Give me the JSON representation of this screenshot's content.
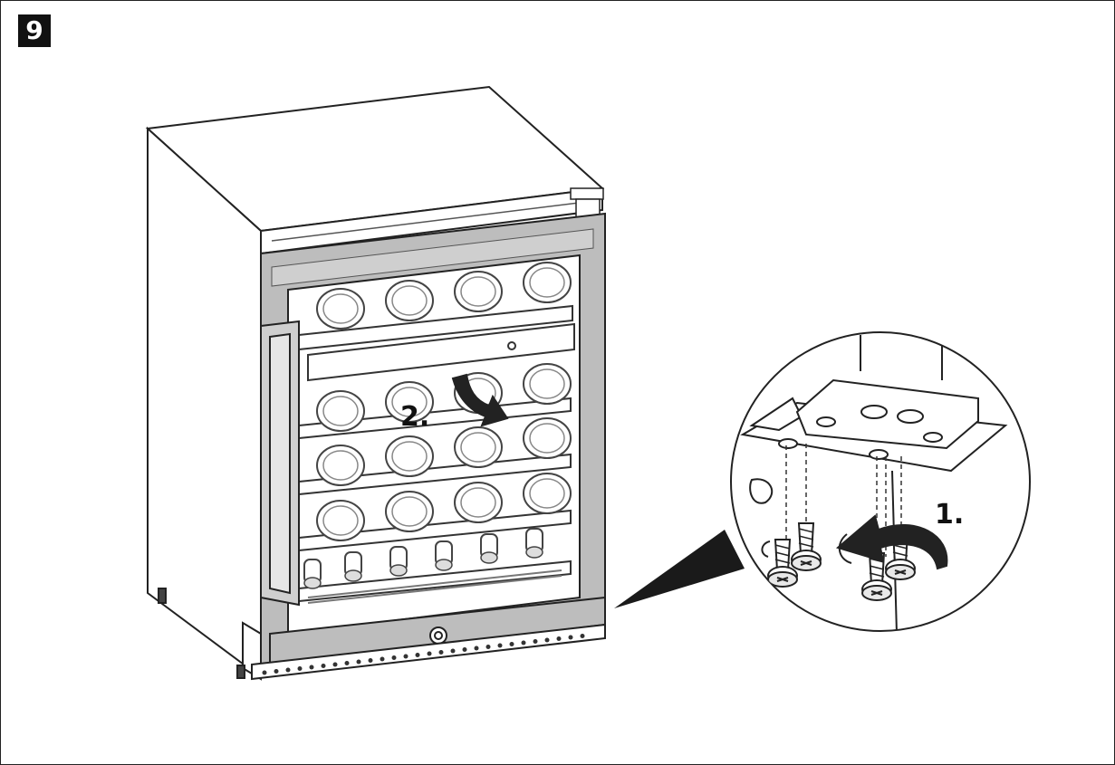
{
  "figure": {
    "step_number": "9",
    "callout_step_1": "1.",
    "callout_step_2": "2."
  },
  "icons": {
    "door_arrow": "curved-down-arrow-icon",
    "screw_arrow": "curved-rotate-arrow-icon"
  },
  "colors": {
    "line": "#222222",
    "door_frame": "#bdbdbd",
    "badge": "#111111"
  }
}
